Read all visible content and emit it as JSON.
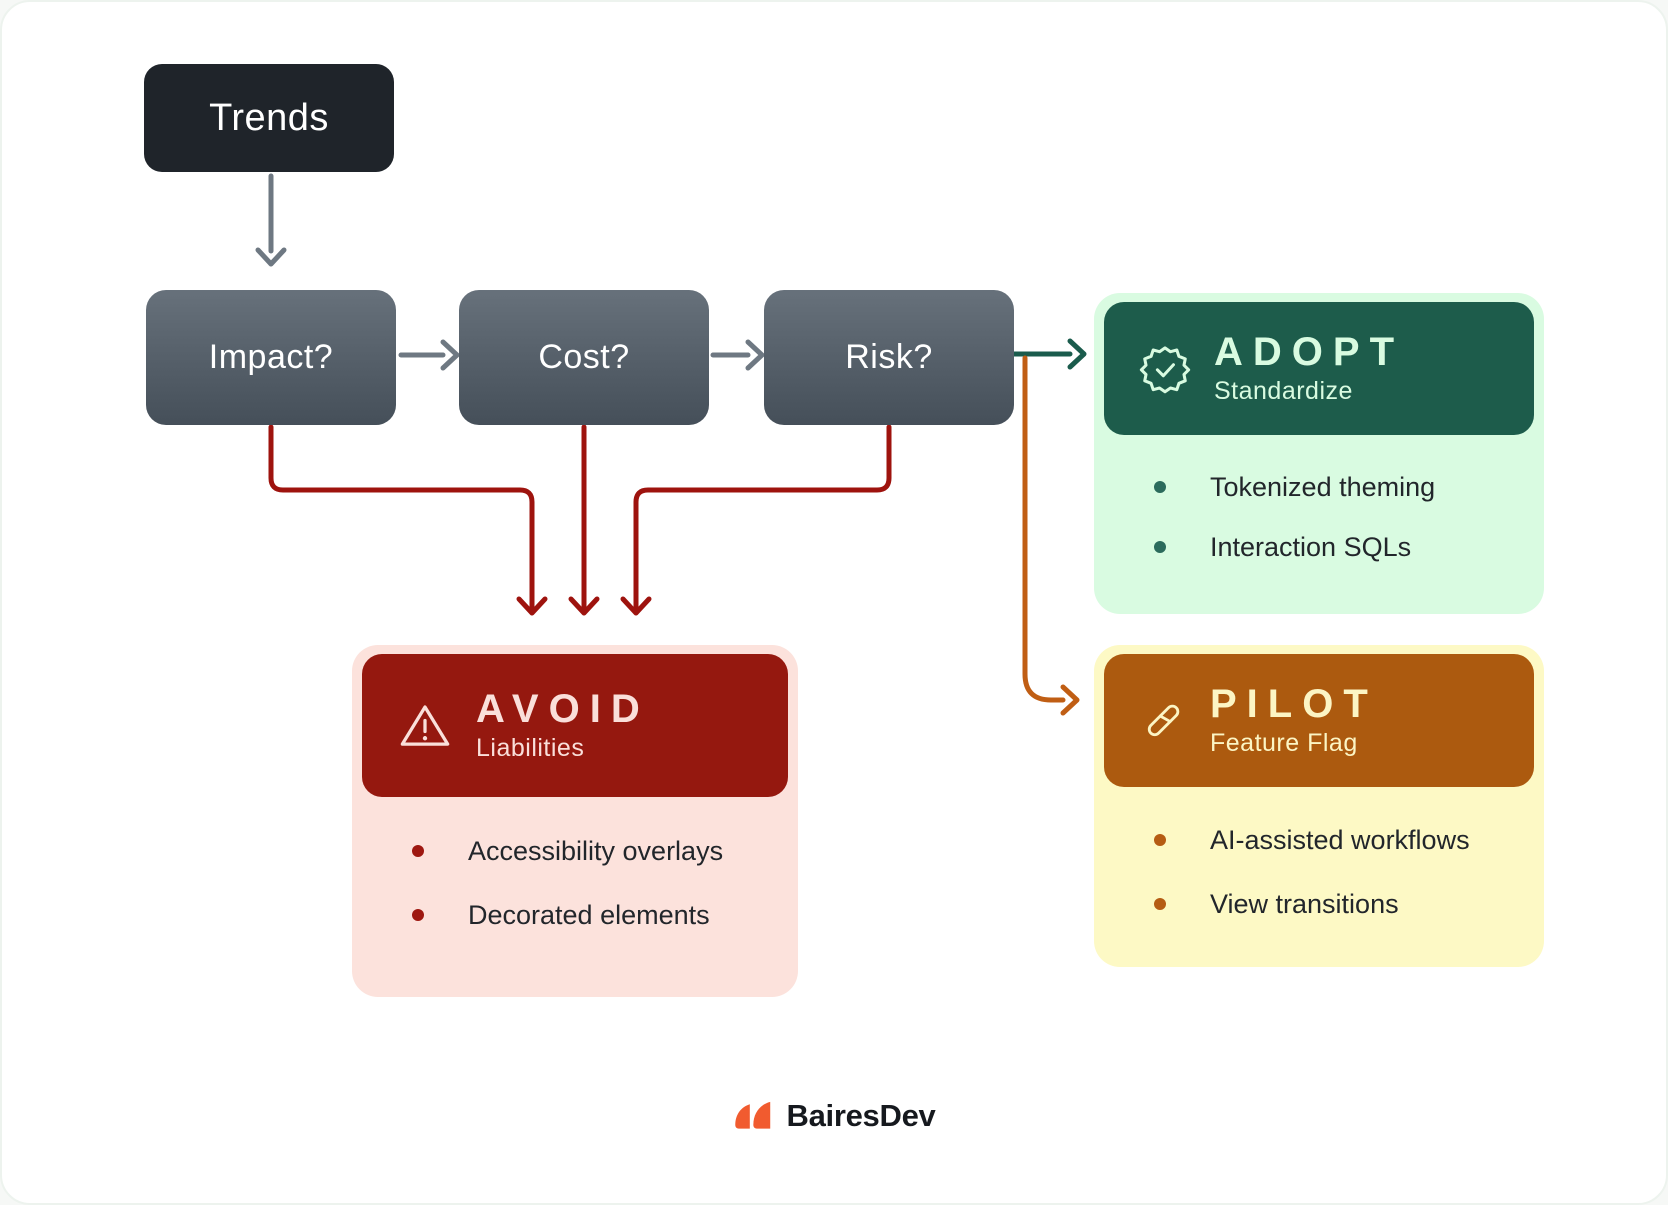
{
  "flow": {
    "trends": {
      "label": "Trends"
    },
    "questions": [
      {
        "label": "Impact?"
      },
      {
        "label": "Cost?"
      },
      {
        "label": "Risk?"
      }
    ],
    "outcomes": {
      "adopt": {
        "icon": "badge-check-icon",
        "title": "ADOPT",
        "subtitle": "Standardize",
        "bullets": [
          "Tokenized theming",
          "Interaction SQLs"
        ]
      },
      "pilot": {
        "icon": "test-tube-icon",
        "title": "PILOT",
        "subtitle": "Feature Flag",
        "bullets": [
          "AI-assisted workflows",
          "View transitions"
        ]
      },
      "avoid": {
        "icon": "warning-icon",
        "title": "AVOID",
        "subtitle": "Liabilities",
        "bullets": [
          "Accessibility overlays",
          "Decorated elements"
        ]
      }
    }
  },
  "footer": {
    "brand": "BairesDev"
  },
  "colors": {
    "card_border": "#EDF3EE",
    "trends_bg": "#1F242A",
    "question_top": "#67717B",
    "question_bottom": "#454F59",
    "question_text": "#FFFFFF",
    "gray_arrow": "#6E7882",
    "red": "#9E130E",
    "teal": "#1A5B4C",
    "orange": "#C05E14",
    "adopt_header": "#1D5C4B",
    "adopt_bg": "#D9FBE1",
    "adopt_text": "#D9FBE1",
    "adopt_dot": "#2B6B5C",
    "pilot_header": "#AC5A0F",
    "pilot_bg": "#FDF9C5",
    "pilot_text": "#FCF5C4",
    "pilot_dot": "#B55C13",
    "avoid_header": "#95180F",
    "avoid_bg": "#FCE2DC",
    "avoid_text": "#FADFDA",
    "avoid_dot": "#9E1710",
    "body_text": "#22262B",
    "brand_orange": "#F15B2F",
    "brand_text": "#16191E"
  }
}
